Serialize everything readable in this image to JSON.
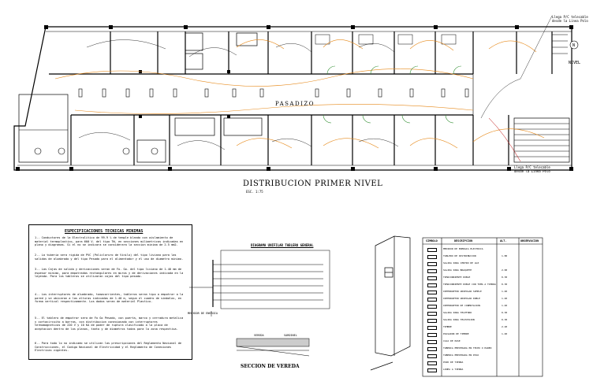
{
  "plan": {
    "title": "DISTRIBUCION PRIMER NIVEL",
    "scale": "ESC. 1:75",
    "corridor_label": "PASADIZO",
    "level_label": "NIVEL",
    "note_top": [
      "Llega P/C telecable",
      "desde la Linea Polo"
    ],
    "note_bottom": [
      "Llega P/C telecable",
      "desde la Linea Polo"
    ]
  },
  "specs": {
    "title": "ESPECIFICACIONES TECNICAS MINIMAS",
    "items": [
      "1.- Conductores de la Electrolitico de 99.9 % de temple blando con aislamiento de material termoplastico, para 600 V. del tipo TW, en secciones milimetricas indicadas en plano y diagramas. Si el no se indicara se considerara la seccion minima de 2.5 mm2.",
      "2.- La tuberia sera rigida de PVC (Policloruro de Vinilo) del tipo liviano para las salidas de alumbrado y del tipo Pesado para el alimentador y el uso de diametro minimo.",
      "3.- Las Cajas de salida y derivaciones seran de Fo. Go. del tipo liviano de 1.40 mm de espesor minimo, para empotradas rectangulares en muros y de derivaciones indicada en la leyenda. Para los tableros se utilizaran cajas del tipo pesado.",
      "4.- Los interruptores de alumbrado, tomacorrientes, tableros seran tipo a empotrar a la pared y se ubicaran a las alturas indicadas de 1.40 m, segun el cuadro de simbolos, en forma vertical respectivamente. Los dados seran de material Plastico.",
      "5.- El tablero de empotrar sera de Fo Go Pesado, con puerta, marco y cerradura metalica y cortacircuito a barras, con distribucion conexionado con interruptores termomagneticos de 220 V y 10 KA de poder de ruptura clasificado a la placa de aceptacion dentro de los planos, tanto y de diametros todas para la zona respectiva.",
      "6.- Para todo lo no indicado se utilizan las prescripciones del Reglamento Nacional de Construcciones, el Codigo Nacional de Electricidad y el Reglamento de Conexiones Electricas vigentes."
    ]
  },
  "diagram": {
    "title": "DIAGRAMA UNIFILAR TABLERO GENERAL",
    "cut_title": "SECCION DE VEREDA",
    "cut_labels": [
      "VEREDA",
      "SARDINEL"
    ],
    "meter_label": "MEDIDOR DE ENERGIA"
  },
  "legend": {
    "headers": [
      "SIMBOLO",
      "DESCRIPCION",
      "ALT.",
      "OBSERVACION"
    ],
    "rows": [
      [
        "MEDIDOR DE ENERGIA ELECTRICA",
        "",
        ""
      ],
      [
        "TABLERO DE DISTRIBUCION",
        "1.80",
        ""
      ],
      [
        "SALIDA PARA CENTRO DE LUZ",
        "",
        ""
      ],
      [
        "SALIDA PARA BRAQUETE",
        "2.00",
        ""
      ],
      [
        "TOMACORRIENTE DOBLE",
        "0.30",
        ""
      ],
      [
        "TOMACORRIENTE DOBLE CON TOMA A TIERRA",
        "0.30",
        ""
      ],
      [
        "INTERRUPTOR UNIPOLAR SIMPLE",
        "1.40",
        ""
      ],
      [
        "INTERRUPTOR UNIPOLAR DOBLE",
        "1.40",
        ""
      ],
      [
        "INTERRUPTOR DE CONMUTACION",
        "1.40",
        ""
      ],
      [
        "SALIDA PARA TELEFONO",
        "0.30",
        ""
      ],
      [
        "SALIDA PARA TELEVISION",
        "0.30",
        ""
      ],
      [
        "TIMBRE",
        "2.20",
        ""
      ],
      [
        "PULSADOR DE TIMBRE",
        "1.40",
        ""
      ],
      [
        "CAJA DE PASE",
        "",
        ""
      ],
      [
        "TUBERIA EMPOTRADA EN TECHO O PARED",
        "",
        ""
      ],
      [
        "TUBERIA EMPOTRADA EN PISO",
        "",
        ""
      ],
      [
        "POZO DE TIERRA",
        "",
        ""
      ],
      [
        "LINEA A TIERRA",
        "",
        ""
      ]
    ]
  }
}
